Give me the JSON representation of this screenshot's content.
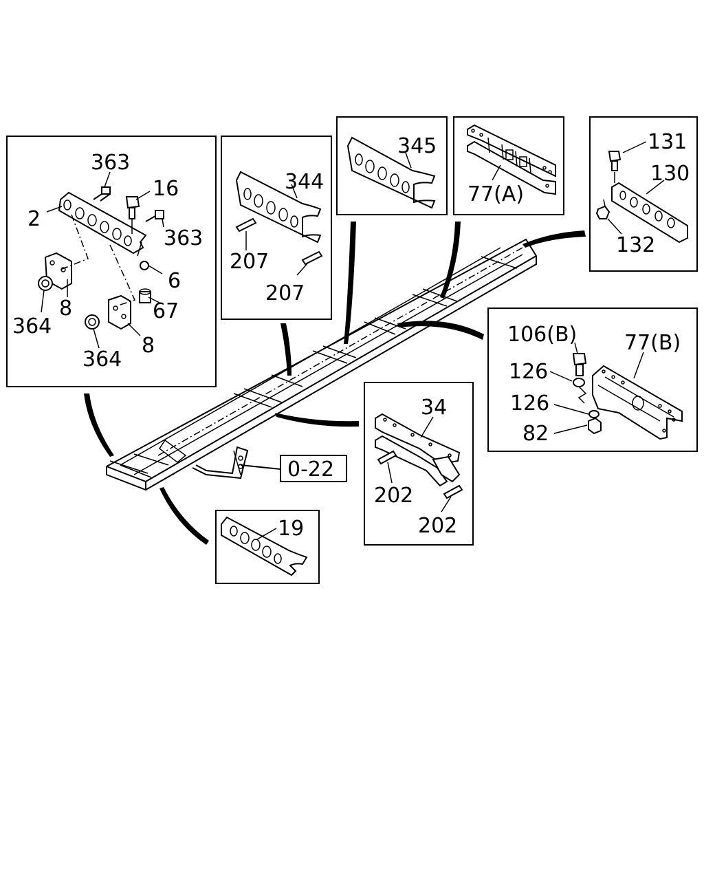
{
  "panels": {
    "crossmember_2": {
      "labels": [
        "363",
        "16",
        "2",
        "363",
        "6",
        "67",
        "8",
        "364",
        "8",
        "364"
      ]
    },
    "crossmember_344": {
      "labels": [
        "344",
        "207",
        "207"
      ]
    },
    "crossmember_345": {
      "labels": [
        "345"
      ]
    },
    "crossmember_77a": {
      "labels": [
        "77(A)"
      ]
    },
    "crossmember_130": {
      "labels": [
        "131",
        "130",
        "132"
      ]
    },
    "crossmember_77b": {
      "labels": [
        "106(B)",
        "77(B)",
        "126",
        "126",
        "82"
      ]
    },
    "crossmember_34": {
      "labels": [
        "34",
        "202",
        "202"
      ]
    },
    "crossmember_19": {
      "labels": [
        "19"
      ]
    }
  },
  "reference_box": {
    "label": "0-22"
  }
}
